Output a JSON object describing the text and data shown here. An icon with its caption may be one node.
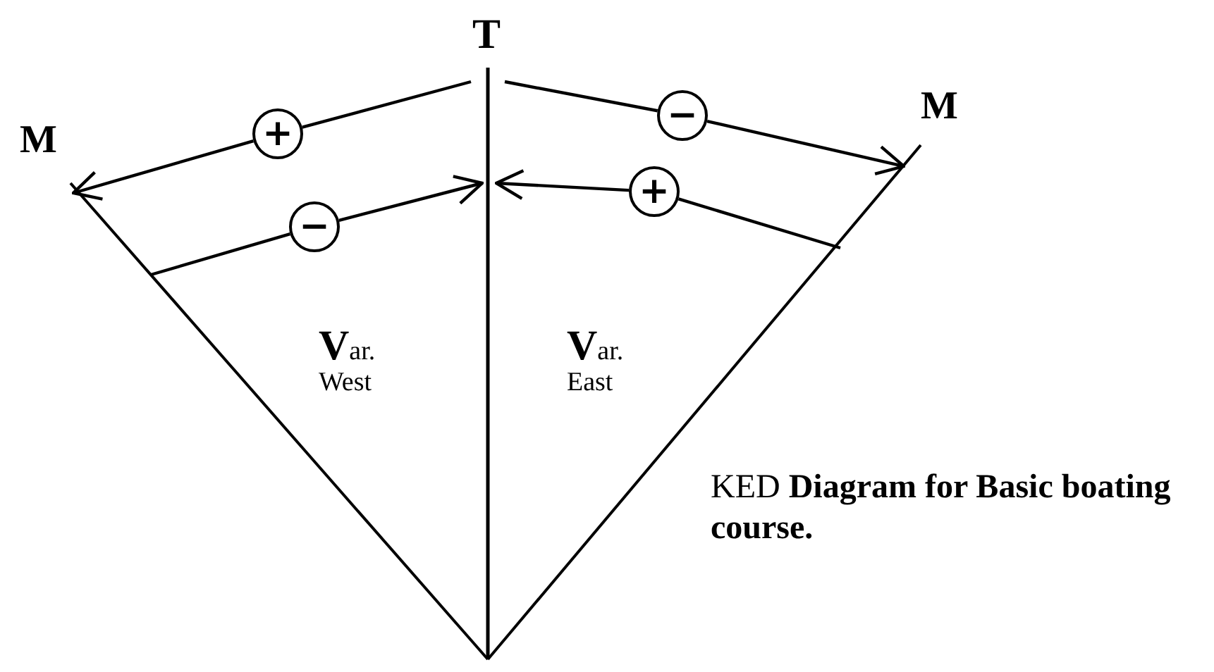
{
  "diagram": {
    "caption": "KED **Diagram for Basic boating course.**",
    "nodes": [
      {
        "text": [
          "+"
        ]
      },
      {
        "text": [
          "−"
        ]
      },
      {
        "text": [
          "−"
        ]
      },
      {
        "text": [
          "+"
        ]
      }
    ],
    "edges": [
      {
        "from": null,
        "to": 0,
        "arrow": "none"
      },
      {
        "from": 0,
        "to": null,
        "arrow": "to"
      },
      {
        "from": null,
        "to": 1,
        "arrow": "none"
      },
      {
        "from": 1,
        "to": null,
        "arrow": "to"
      },
      {
        "from": null,
        "to": 2,
        "arrow": "none"
      },
      {
        "from": 2,
        "to": null,
        "arrow": "to"
      },
      {
        "from": null,
        "to": 3,
        "arrow": "none"
      },
      {
        "from": 3,
        "to": null,
        "arrow": "to"
      }
    ],
    "labels": [
      "T",
      "M",
      "M",
      "Var. West",
      "Var. East"
    ]
  }
}
